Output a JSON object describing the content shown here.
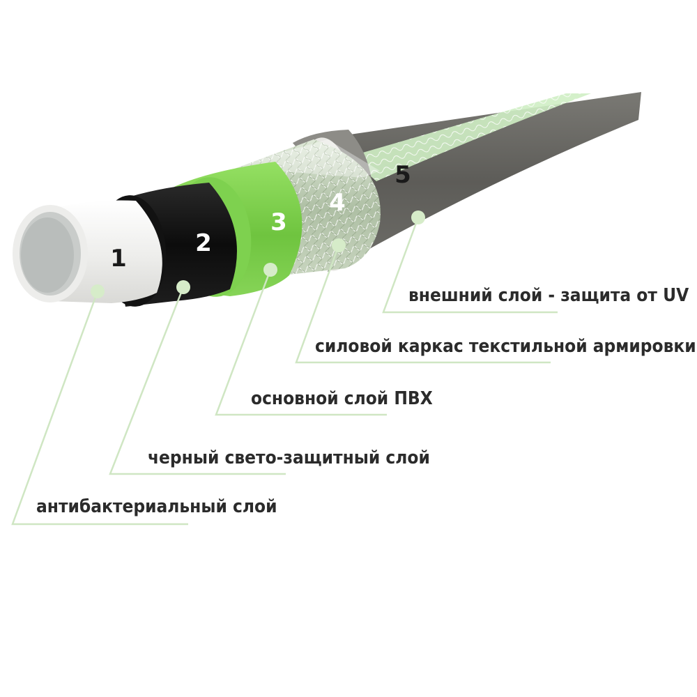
{
  "layers": [
    {
      "number": "1",
      "label": "антибактериальный слой"
    },
    {
      "number": "2",
      "label": "черный свето-защитный слой"
    },
    {
      "number": "3",
      "label": "основной слой ПВХ"
    },
    {
      "number": "4",
      "label": "силовой каркас текстильной армировки"
    },
    {
      "number": "5",
      "label": "внешний слой - защита от UV"
    }
  ],
  "colors": {
    "outer_jacket": "#6b6a66",
    "outer_stripe": "#cfeec4",
    "reinforcement_mesh": "#c7d7bd",
    "pvc_layer": "#7ed14f",
    "black_layer": "#141414",
    "inner_layer": "#f4f4f2",
    "leader_line": "#cfe6c3",
    "label_text": "#2b2b2b"
  }
}
